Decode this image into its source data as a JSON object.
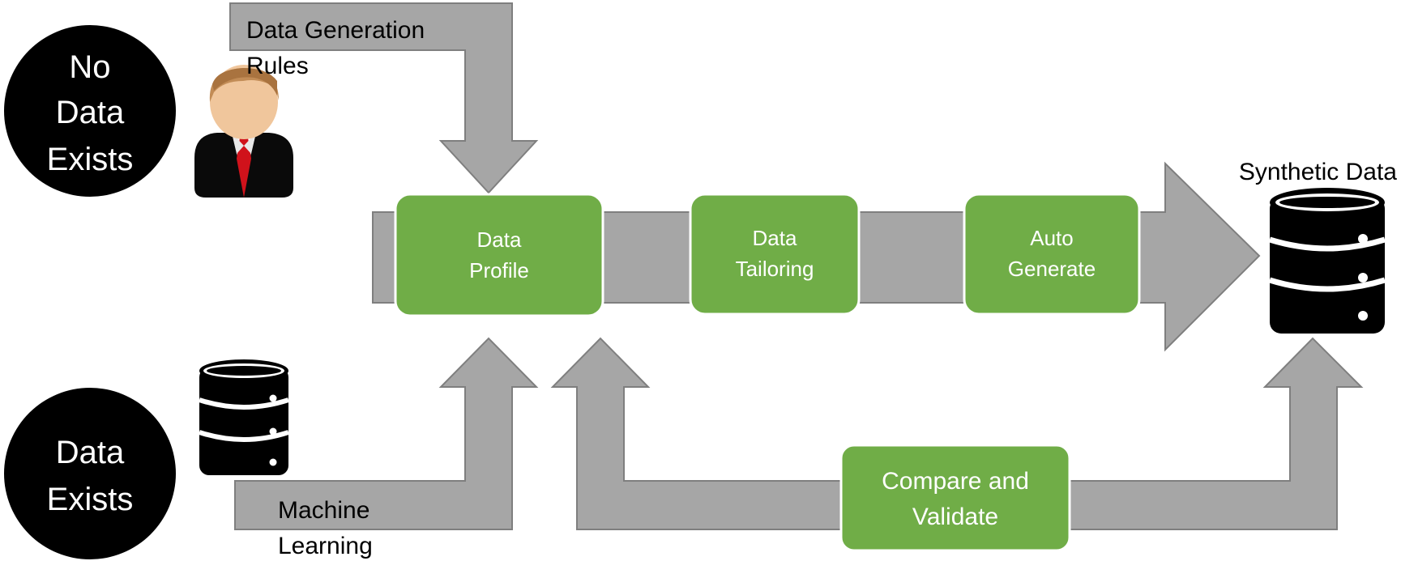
{
  "circles": {
    "no_data": {
      "lines": [
        "No",
        "Data",
        "Exists"
      ]
    },
    "data": {
      "lines": [
        "Data",
        "Exists"
      ]
    }
  },
  "labels": {
    "data_generation_rules": [
      "Data Generation",
      "Rules"
    ],
    "machine_learning": [
      "Machine",
      "Learning"
    ],
    "synthetic_data": "Synthetic Data"
  },
  "steps": {
    "data_profile": [
      "Data",
      "Profile"
    ],
    "data_tailoring": [
      "Data",
      "Tailoring"
    ],
    "auto_generate": [
      "Auto",
      "Generate"
    ],
    "compare_validate": [
      "Compare and",
      "Validate"
    ]
  },
  "icons": {
    "person": "person-icon",
    "database": "database-icon"
  },
  "colors": {
    "arrow_fill": "#a6a6a6",
    "arrow_stroke": "#7f7f7f",
    "step_fill": "#70ad47",
    "step_text": "#ffffff",
    "circle_fill": "#000000",
    "circle_text": "#ffffff"
  }
}
